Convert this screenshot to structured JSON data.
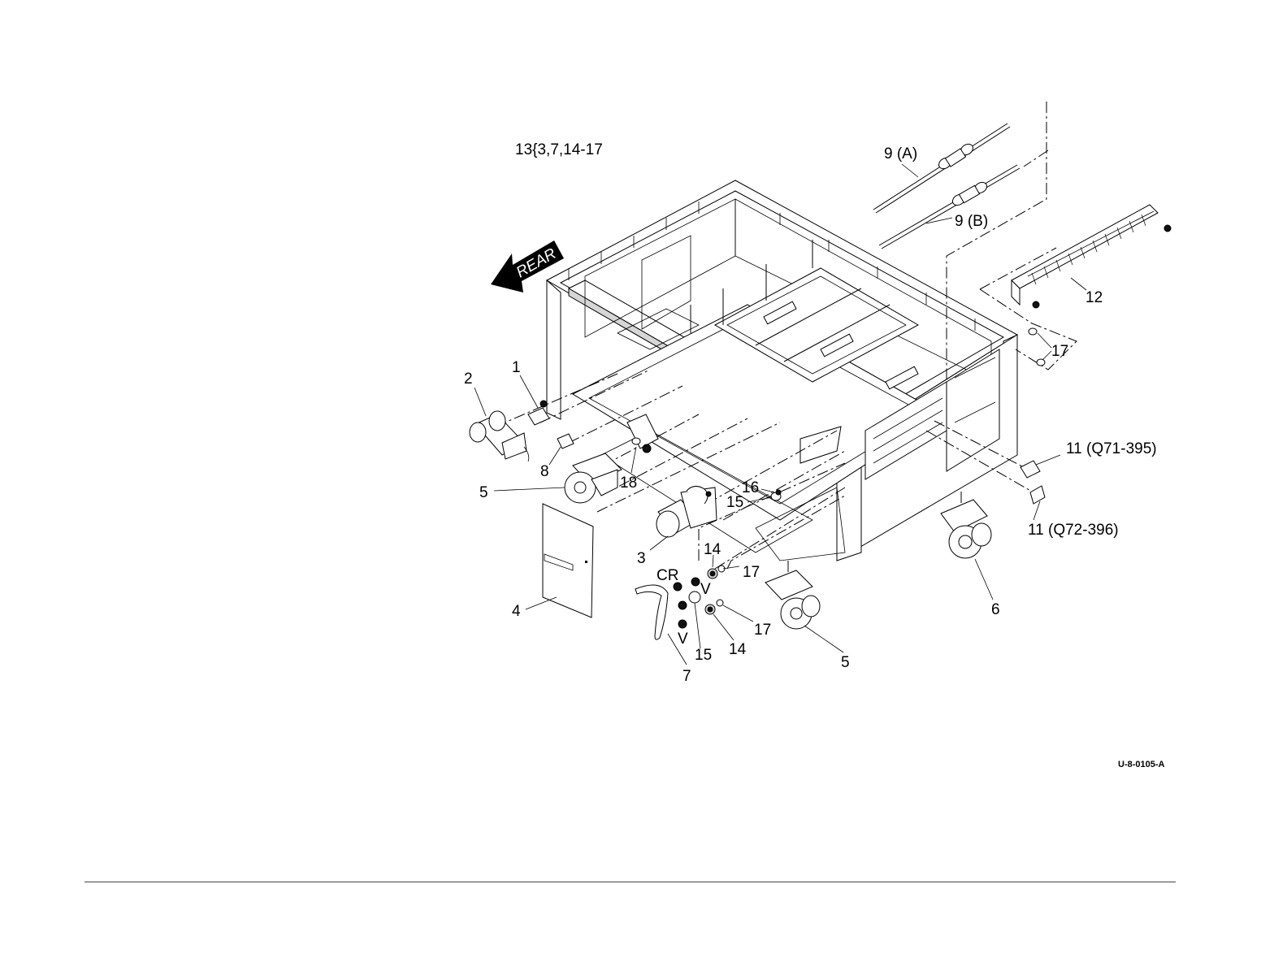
{
  "header_label": "13{3,7,14-17",
  "arrow_label": "REAR",
  "callouts": {
    "c1": "1",
    "c2": "2",
    "c3": "3",
    "c4": "4",
    "c5a": "5",
    "c5b": "5",
    "c6": "6",
    "c7": "7",
    "c8": "8",
    "c9a": "9 (A)",
    "c9b": "9 (B)",
    "c11a": "11 (Q71-395)",
    "c11b": "11 (Q72-396)",
    "c12": "12",
    "c14a": "14",
    "c14b": "14",
    "c15a": "15",
    "c15b": "15",
    "c16": "16",
    "c17a": "17",
    "c17b": "17",
    "c17c": "17",
    "c18": "18",
    "cr": "CR",
    "va": "V",
    "vb": "V"
  },
  "figure_code": "U-8-0105-A"
}
